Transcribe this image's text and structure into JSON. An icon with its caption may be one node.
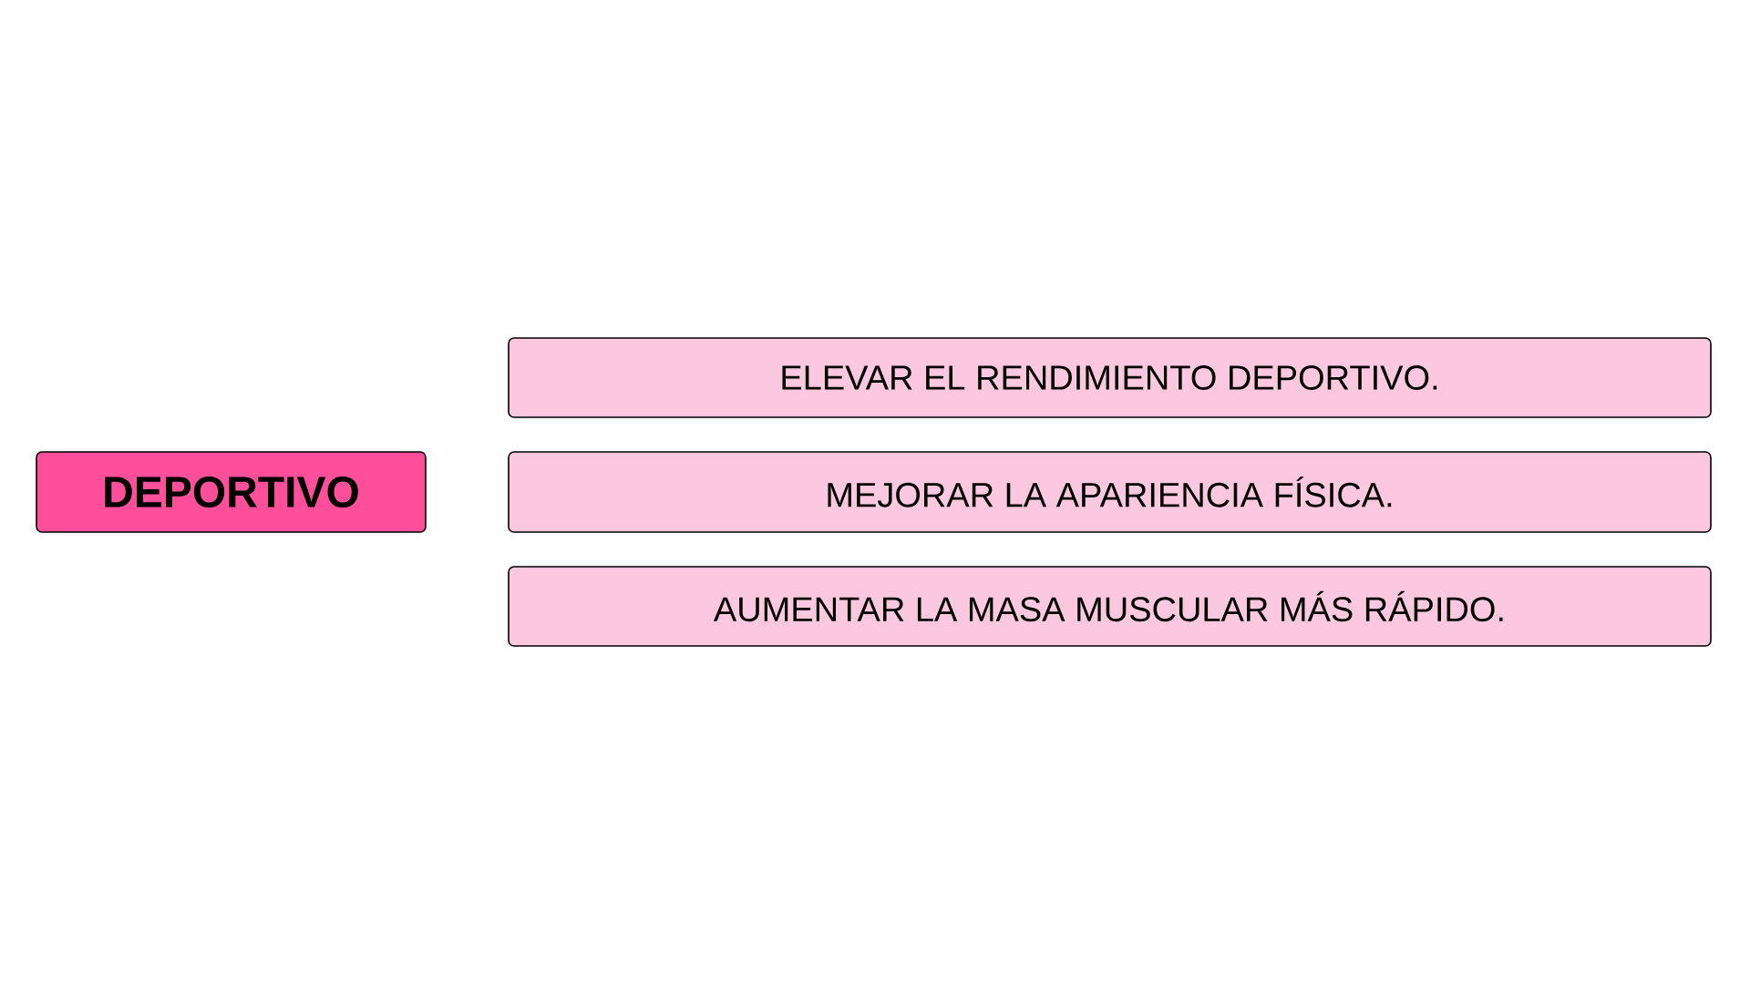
{
  "diagram": {
    "nodes": [
      {
        "text": [
          "DEPORTIVO"
        ]
      },
      {
        "text": [
          "ELEVAR EL RENDIMIENTO DEPORTIVO."
        ]
      },
      {
        "text": [
          "MEJORAR LA APARIENCIA FÍSICA."
        ]
      },
      {
        "text": [
          "AUMENTAR LA MASA MUSCULAR MÁS RÁPIDO."
        ]
      }
    ]
  }
}
